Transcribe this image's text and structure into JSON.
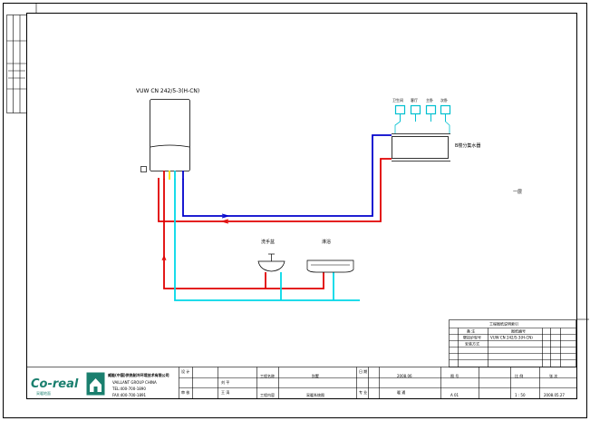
{
  "model_label": "VUW CN 242/5-3(H-CN)",
  "manifold": {
    "label": "B楼分集水器",
    "ports": [
      "卫生间",
      "客厅",
      "主卧",
      "次卧"
    ]
  },
  "fixtures": {
    "basin_label": "洗手盆",
    "shower_label": "淋浴"
  },
  "side_note": "一层",
  "revision_table": {
    "title": "工程图纸说明索引",
    "header": "备 注",
    "col2": "图纸编号",
    "row1_label": "壁挂炉型号",
    "row1_value": "VUW CN 242/5-3(H-CN)",
    "row2_label": "安装方式"
  },
  "title_block": {
    "company_name": "威能(中国)供热制冷环境技术有限公司",
    "company_line2": "VAILLANT GROUP CHINA",
    "company_tel": "TEL:400-700-1890",
    "company_fax": "FAX:400-700-1891",
    "logo_text": "Co-real",
    "logo_sub": "采暖地面",
    "rows": [
      [
        "设 计",
        "刘 平",
        "工程名称",
        "别墅",
        "日 期",
        "2008.06",
        "图 号",
        "比 例",
        "张 次"
      ],
      [
        "审 核",
        "王 涛",
        "工程内容",
        "采暖系统图",
        "专 业",
        "暖 通",
        "A  01",
        "1 : 50",
        "2008.05.27"
      ]
    ]
  },
  "colors": {
    "supply": "#e00000",
    "return": "#0000cc",
    "cold": "#00d8e8",
    "manifold_port": "#00c0d0"
  }
}
